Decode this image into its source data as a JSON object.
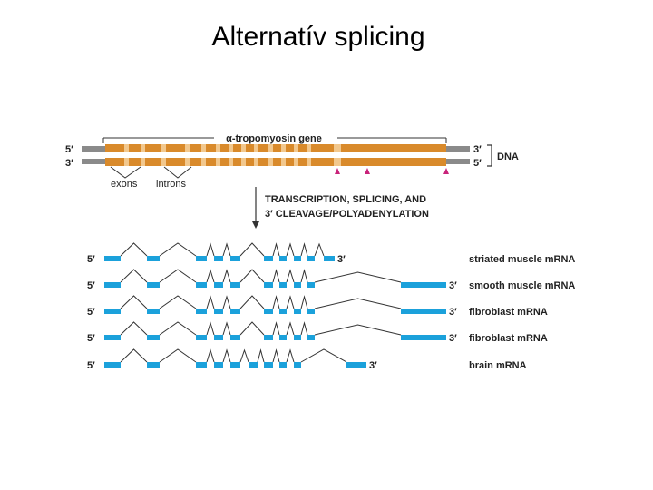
{
  "title": "Alternatív splicing",
  "gene_label": "α-tropomyosin gene",
  "dna_label": "DNA",
  "exons_label": "exons",
  "introns_label": "introns",
  "process_line1": "TRANSCRIPTION, SPLICING, AND",
  "process_line2": "3′ CLEAVAGE/POLYADENYLATION",
  "five_prime": "5′",
  "three_prime": "3′",
  "mrnas": [
    {
      "label": "striated muscle mRNA"
    },
    {
      "label": "smooth muscle mRNA"
    },
    {
      "label": "fibroblast mRNA"
    },
    {
      "label": "fibroblast mRNA"
    },
    {
      "label": "brain mRNA"
    }
  ],
  "colors": {
    "dna_strand": "#D98A2B",
    "dna_end": "#8A8A8A",
    "intron_gap": "#F2C88E",
    "exon_mrna": "#1BA1DB",
    "poly_a_site": "#C8237A"
  }
}
